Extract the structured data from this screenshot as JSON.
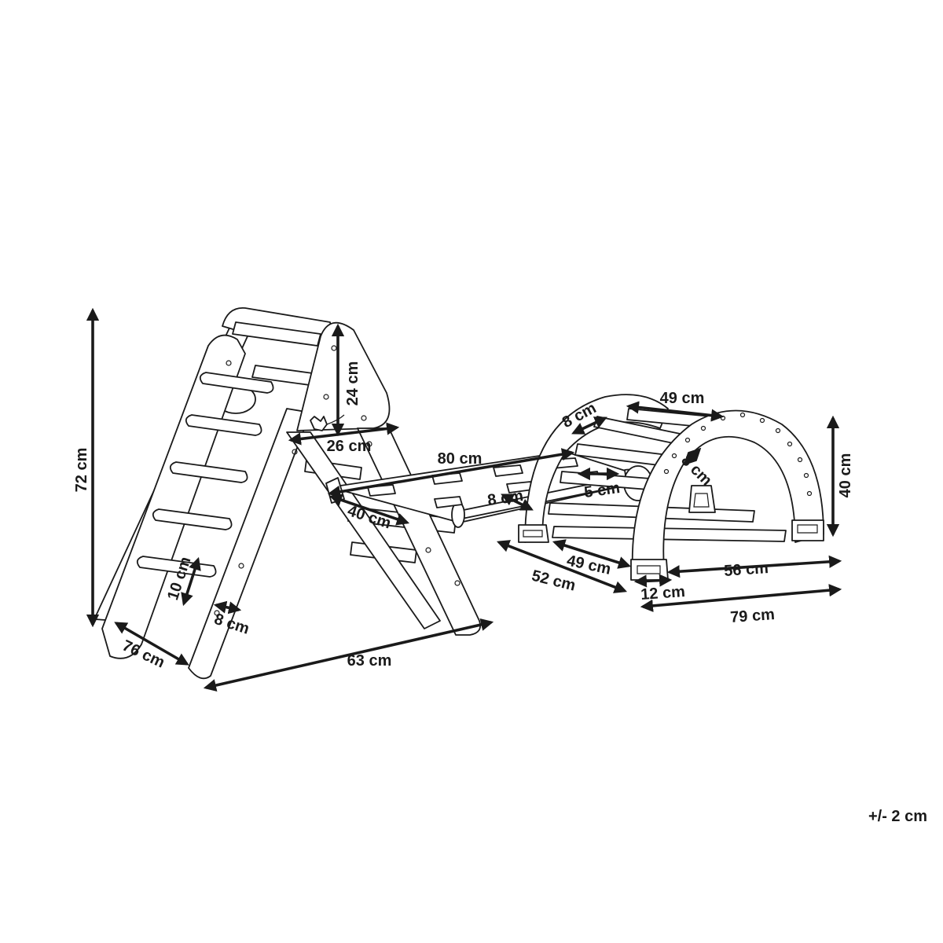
{
  "dimensions": {
    "triangle_height": "72 cm",
    "triangle_apex_height": "24 cm",
    "triangle_apex_width": "26 cm",
    "triangle_depth": "76 cm",
    "triangle_width": "63 cm",
    "rung_spacing": "10 cm",
    "side_thickness": "8 cm",
    "board_length": "80 cm",
    "board_width": "40 cm",
    "hold_length": "8 cm",
    "hold_width": "5 cm",
    "arch_width": "49 cm",
    "arch_rung_spacing": "8 cm",
    "arch_side_thickness": "8 cm",
    "arch_height": "40 cm",
    "arch_inner_width": "49 cm",
    "arch_depth": "52 cm",
    "arch_foot": "12 cm",
    "arch_span": "56 cm",
    "arch_length": "79 cm"
  },
  "tolerance": "+/- 2 cm"
}
